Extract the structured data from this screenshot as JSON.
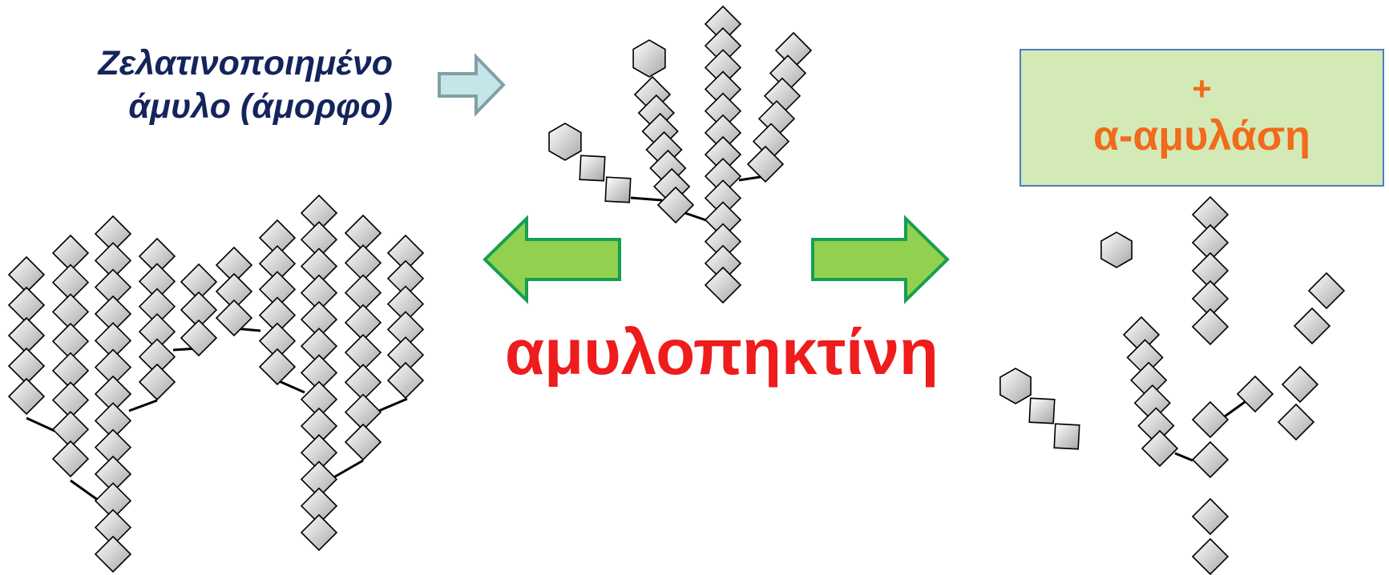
{
  "labels": {
    "gelatinized_starch": [
      "Ζελατινοποιημένο",
      "άμυλο (άμορφο)"
    ],
    "amylopectin": "αμυλοπηκτίνη",
    "enzyme_plus": "+",
    "enzyme_name": "α-αμυλάση"
  },
  "colors": {
    "gelatinized_text": "#14245c",
    "amylopectin_text": "#ee1c1c",
    "enzyme_text": "#f26a1b",
    "enzyme_box_fill": "#d3eab7",
    "enzyme_box_border": "#4a7fc1",
    "green_arrow_fill": "#92d050",
    "green_arrow_border": "#14a050",
    "blue_arrow_fill": "#c5e5e8",
    "blue_arrow_border": "#7fa1a5"
  },
  "icons": {
    "glucose_unit": "diamond",
    "terminal_unit": "hexagon",
    "linear_unit": "square",
    "process_arrow": "block-arrow"
  }
}
